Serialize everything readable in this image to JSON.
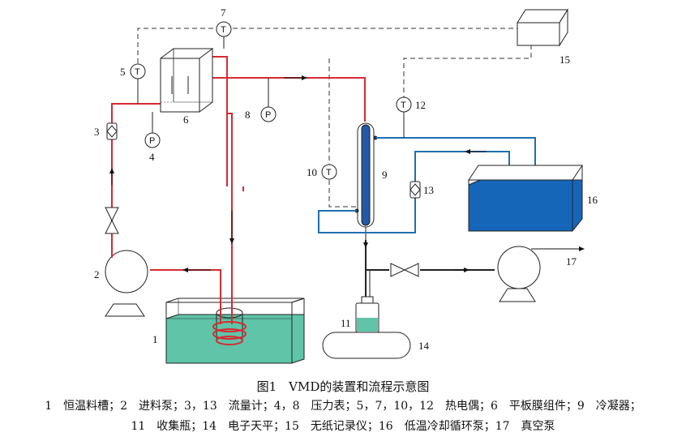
{
  "diagram": {
    "labels": {
      "n1": "1",
      "n2": "2",
      "n3": "3",
      "n4": "4",
      "n5": "5",
      "n6": "6",
      "n7": "7",
      "n8": "8",
      "n9": "9",
      "n10": "10",
      "n11": "11",
      "n12": "12",
      "n13": "13",
      "n14": "14",
      "n15": "15",
      "n16": "16",
      "n17": "17"
    },
    "gauges": {
      "temperature": "T",
      "pressure": "P"
    },
    "colors": {
      "feed_line": "#d62b33",
      "coolant_line": "#1f6fb0",
      "tank_water": "#5fc4a8",
      "chiller_water": "#1565b8",
      "condenser": "#2458a5",
      "signal": "#333333"
    }
  },
  "caption": {
    "title": "图1　VMD的装置和流程示意图",
    "legend_line1": "1　恒温料槽；2　进料泵；3，13　流量计；4，8　压力表；5，7，10，12　热电偶；6　平板膜组件；9　冷凝器；",
    "legend_line2": "11　收集瓶；14　电子天平；15　无纸记录仪；16　低温冷却循环泵；17　真空泵"
  }
}
